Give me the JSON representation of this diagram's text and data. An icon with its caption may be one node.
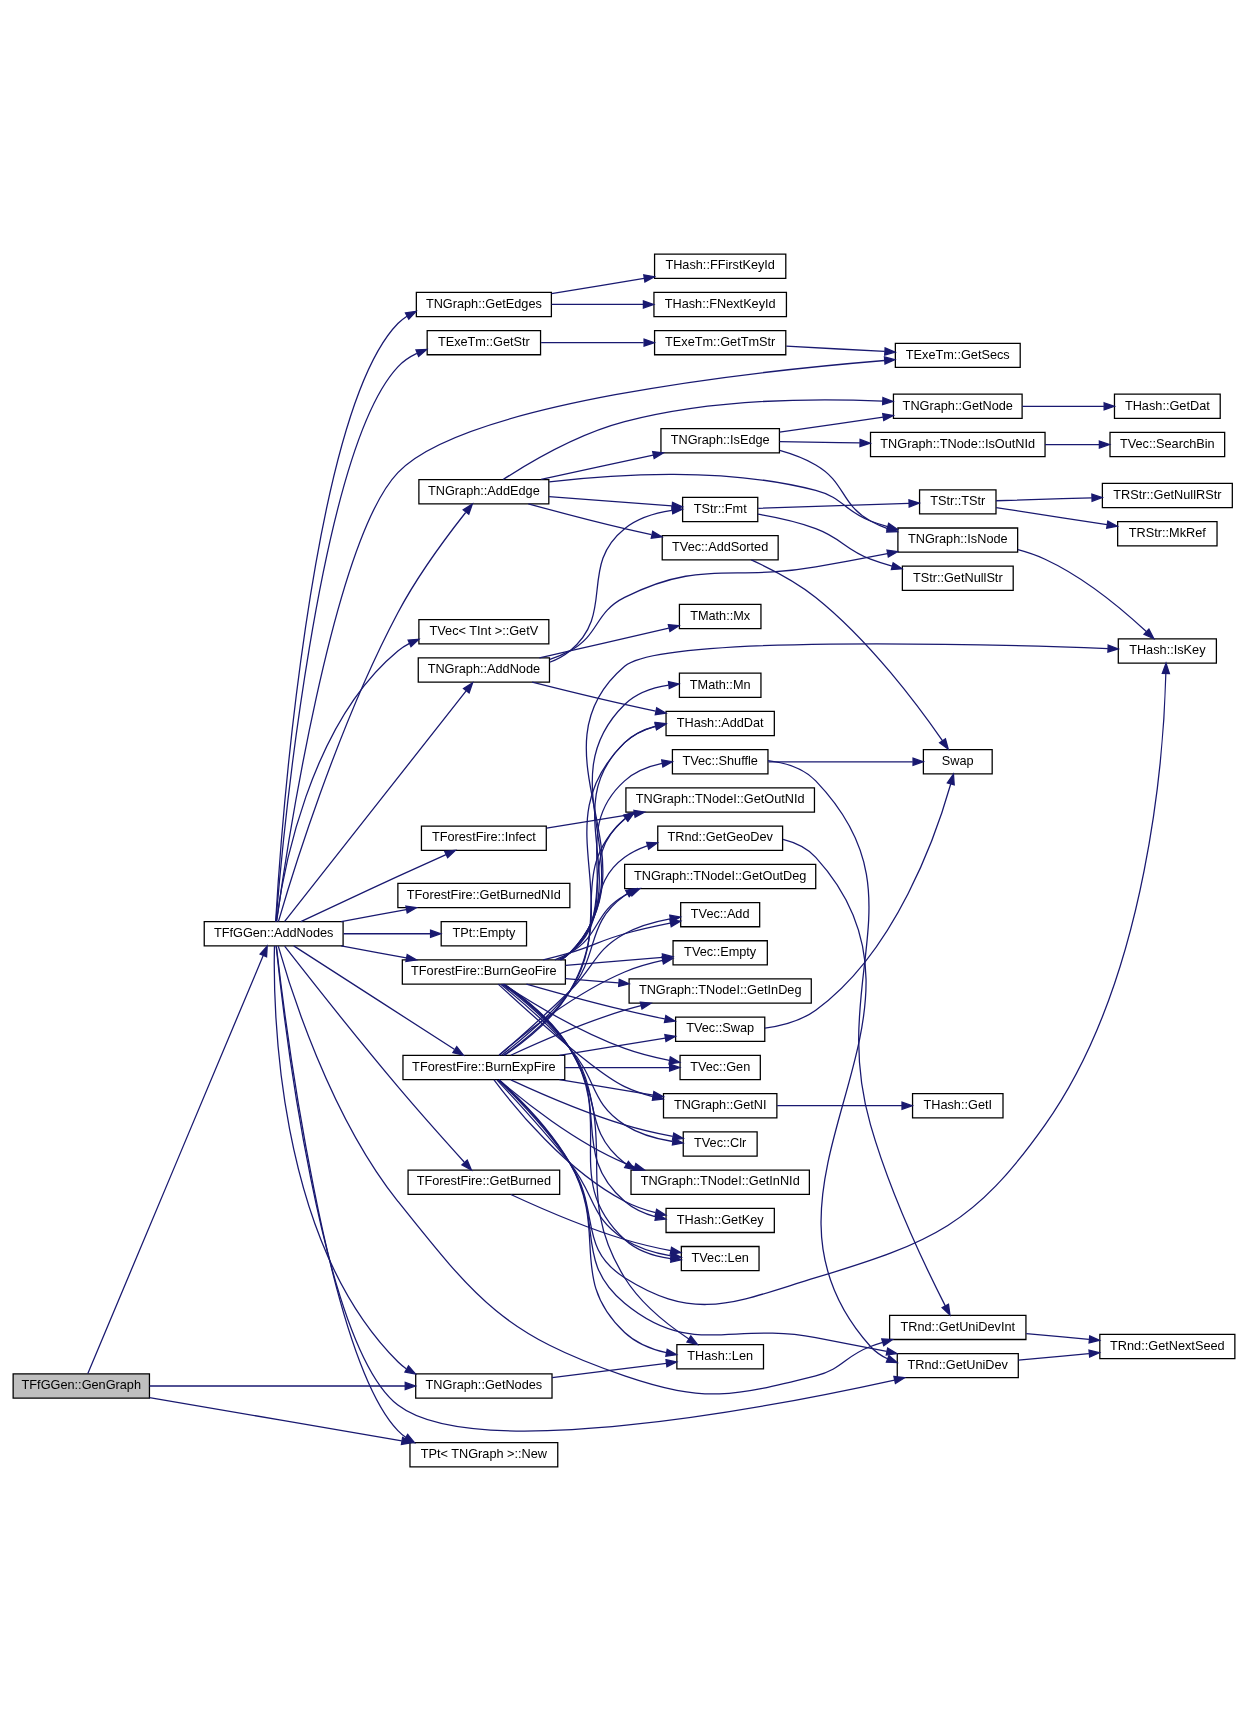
{
  "diagram": {
    "nodes": [
      {
        "text": [
          "TFfGGen::GenGraph"
        ]
      },
      {
        "text": [
          "TFfGGen::AddNodes"
        ]
      },
      {
        "text": [
          "TNGraph::GetNodes"
        ]
      },
      {
        "text": [
          "TPt< TNGraph >::New"
        ]
      },
      {
        "text": [
          "TExeTm::GetSecs"
        ]
      },
      {
        "text": [
          "TExeTm::GetStr"
        ]
      },
      {
        "text": [
          "TExeTm::GetTmStr"
        ]
      },
      {
        "text": [
          "TNGraph::AddEdge"
        ]
      },
      {
        "text": [
          "TNGraph::GetNode"
        ]
      },
      {
        "text": [
          "THash::GetDat"
        ]
      },
      {
        "text": [
          "TNGraph::IsEdge"
        ]
      },
      {
        "text": [
          "TNGraph::TNode::IsOutNId"
        ]
      },
      {
        "text": [
          "TVec::SearchBin"
        ]
      },
      {
        "text": [
          "TStr::Fmt"
        ]
      },
      {
        "text": [
          "TStr::TStr"
        ]
      },
      {
        "text": [
          "TRStr::GetNullRStr"
        ]
      },
      {
        "text": [
          "TRStr::MkRef"
        ]
      },
      {
        "text": [
          "TNGraph::IsNode"
        ]
      },
      {
        "text": [
          "TStr::GetNullStr"
        ]
      },
      {
        "text": [
          "TVec::AddSorted"
        ]
      },
      {
        "text": [
          "TNGraph::AddNode"
        ]
      },
      {
        "text": [
          "TMath::Mx"
        ]
      },
      {
        "text": [
          "THash::IsKey"
        ]
      },
      {
        "text": [
          "THash::AddDat"
        ]
      },
      {
        "text": [
          "TMath::Mn"
        ]
      },
      {
        "text": [
          "TVec::Shuffle"
        ]
      },
      {
        "text": [
          "Swap"
        ]
      },
      {
        "text": [
          "THash::Len"
        ]
      },
      {
        "text": [
          "TVec::Gen"
        ]
      },
      {
        "text": [
          "TRnd::GetGeoDev"
        ]
      },
      {
        "text": [
          "TNGraph::TNodeI::GetOutNId"
        ]
      },
      {
        "text": [
          "TVec< TInt >::GetV"
        ]
      },
      {
        "text": [
          "TForestFire::Infect"
        ]
      },
      {
        "text": [
          "TVec::Swap"
        ]
      },
      {
        "text": [
          "TNGraph::GetNI"
        ]
      },
      {
        "text": [
          "THash::GetI"
        ]
      },
      {
        "text": [
          "TForestFire::BurnGeoFire"
        ]
      },
      {
        "text": [
          "TVec::Empty"
        ]
      },
      {
        "text": [
          "THash::GetKey"
        ]
      },
      {
        "text": [
          "TForestFire::BurnExpFire"
        ]
      },
      {
        "text": [
          "TForestFire::GetBurned"
        ]
      },
      {
        "text": [
          "TNGraph::TNodeI::GetOutDeg"
        ]
      },
      {
        "text": [
          "TVec::Add"
        ]
      },
      {
        "text": [
          "TPt::Empty"
        ]
      },
      {
        "text": [
          "TNGraph::TNodeI::GetInDeg"
        ]
      },
      {
        "text": [
          "TVec::Clr"
        ]
      },
      {
        "text": [
          "TNGraph::TNodeI::GetInNId"
        ]
      },
      {
        "text": [
          "TVec::Len"
        ]
      },
      {
        "text": [
          "TRnd::GetUniDevInt"
        ]
      },
      {
        "text": [
          "TRnd::GetNextSeed"
        ]
      },
      {
        "text": [
          "TRnd::GetUniDev"
        ]
      },
      {
        "text": [
          "TForestFire::GetBurnedNId"
        ]
      },
      {
        "text": [
          "TNGraph::GetEdges"
        ]
      },
      {
        "text": [
          "THash::FFirstKeyId"
        ]
      },
      {
        "text": [
          "THash::FNextKeyId"
        ]
      }
    ],
    "edges": [
      {
        "from": 0,
        "to": 1,
        "arrow": "to"
      },
      {
        "from": 0,
        "to": 2,
        "arrow": "to"
      },
      {
        "from": 0,
        "to": 3,
        "arrow": "to"
      },
      {
        "from": 1,
        "to": 4,
        "arrow": "to"
      },
      {
        "from": 1,
        "to": 5,
        "arrow": "to"
      },
      {
        "from": 1,
        "to": 7,
        "arrow": "to"
      },
      {
        "from": 1,
        "to": 20,
        "arrow": "to"
      },
      {
        "from": 1,
        "to": 2,
        "arrow": "to"
      },
      {
        "from": 1,
        "to": 31,
        "arrow": "to"
      },
      {
        "from": 1,
        "to": 32,
        "arrow": "to"
      },
      {
        "from": 1,
        "to": 36,
        "arrow": "to"
      },
      {
        "from": 1,
        "to": 39,
        "arrow": "to"
      },
      {
        "from": 1,
        "to": 40,
        "arrow": "to"
      },
      {
        "from": 1,
        "to": 43,
        "arrow": "to"
      },
      {
        "from": 1,
        "to": 48,
        "arrow": "to"
      },
      {
        "from": 1,
        "to": 50,
        "arrow": "to"
      },
      {
        "from": 1,
        "to": 51,
        "arrow": "to"
      },
      {
        "from": 1,
        "to": 52,
        "arrow": "to"
      },
      {
        "from": 1,
        "to": 3,
        "arrow": "to"
      },
      {
        "from": 5,
        "to": 6,
        "arrow": "to"
      },
      {
        "from": 6,
        "to": 4,
        "arrow": "to"
      },
      {
        "from": 7,
        "to": 8,
        "arrow": "to"
      },
      {
        "from": 7,
        "to": 10,
        "arrow": "to"
      },
      {
        "from": 7,
        "to": 13,
        "arrow": "to"
      },
      {
        "from": 7,
        "to": 17,
        "arrow": "to"
      },
      {
        "from": 7,
        "to": 19,
        "arrow": "to"
      },
      {
        "from": 8,
        "to": 9,
        "arrow": "to"
      },
      {
        "from": 10,
        "to": 8,
        "arrow": "to"
      },
      {
        "from": 10,
        "to": 11,
        "arrow": "to"
      },
      {
        "from": 10,
        "to": 17,
        "arrow": "to"
      },
      {
        "from": 11,
        "to": 12,
        "arrow": "to"
      },
      {
        "from": 13,
        "to": 14,
        "arrow": "to"
      },
      {
        "from": 13,
        "to": 18,
        "arrow": "to"
      },
      {
        "from": 14,
        "to": 15,
        "arrow": "to"
      },
      {
        "from": 14,
        "to": 16,
        "arrow": "to"
      },
      {
        "from": 17,
        "to": 22,
        "arrow": "to"
      },
      {
        "from": 19,
        "to": 26,
        "arrow": "to"
      },
      {
        "from": 20,
        "to": 13,
        "arrow": "to"
      },
      {
        "from": 20,
        "to": 17,
        "arrow": "to"
      },
      {
        "from": 20,
        "to": 21,
        "arrow": "to"
      },
      {
        "from": 20,
        "to": 23,
        "arrow": "to"
      },
      {
        "from": 2,
        "to": 27,
        "arrow": "to"
      },
      {
        "from": 25,
        "to": 26,
        "arrow": "to"
      },
      {
        "from": 25,
        "to": 48,
        "arrow": "to"
      },
      {
        "from": 29,
        "to": 50,
        "arrow": "to"
      },
      {
        "from": 32,
        "to": 30,
        "arrow": "to"
      },
      {
        "from": 33,
        "to": 26,
        "arrow": "to"
      },
      {
        "from": 34,
        "to": 35,
        "arrow": "to"
      },
      {
        "from": 36,
        "to": 22,
        "arrow": "to"
      },
      {
        "from": 36,
        "to": 23,
        "arrow": "to"
      },
      {
        "from": 36,
        "to": 24,
        "arrow": "to"
      },
      {
        "from": 36,
        "to": 25,
        "arrow": "to"
      },
      {
        "from": 36,
        "to": 27,
        "arrow": "to"
      },
      {
        "from": 36,
        "to": 28,
        "arrow": "to"
      },
      {
        "from": 36,
        "to": 29,
        "arrow": "to"
      },
      {
        "from": 36,
        "to": 30,
        "arrow": "to"
      },
      {
        "from": 36,
        "to": 33,
        "arrow": "to"
      },
      {
        "from": 36,
        "to": 34,
        "arrow": "to"
      },
      {
        "from": 36,
        "to": 37,
        "arrow": "to"
      },
      {
        "from": 36,
        "to": 38,
        "arrow": "to"
      },
      {
        "from": 36,
        "to": 41,
        "arrow": "to"
      },
      {
        "from": 36,
        "to": 42,
        "arrow": "to"
      },
      {
        "from": 36,
        "to": 44,
        "arrow": "to"
      },
      {
        "from": 36,
        "to": 45,
        "arrow": "to"
      },
      {
        "from": 36,
        "to": 46,
        "arrow": "to"
      },
      {
        "from": 36,
        "to": 47,
        "arrow": "to"
      },
      {
        "from": 39,
        "to": 22,
        "arrow": "to"
      },
      {
        "from": 39,
        "to": 23,
        "arrow": "to"
      },
      {
        "from": 39,
        "to": 27,
        "arrow": "to"
      },
      {
        "from": 39,
        "to": 28,
        "arrow": "to"
      },
      {
        "from": 39,
        "to": 30,
        "arrow": "to"
      },
      {
        "from": 39,
        "to": 33,
        "arrow": "to"
      },
      {
        "from": 39,
        "to": 34,
        "arrow": "to"
      },
      {
        "from": 39,
        "to": 37,
        "arrow": "to"
      },
      {
        "from": 39,
        "to": 38,
        "arrow": "to"
      },
      {
        "from": 39,
        "to": 41,
        "arrow": "to"
      },
      {
        "from": 39,
        "to": 42,
        "arrow": "to"
      },
      {
        "from": 39,
        "to": 44,
        "arrow": "to"
      },
      {
        "from": 39,
        "to": 45,
        "arrow": "to"
      },
      {
        "from": 39,
        "to": 46,
        "arrow": "to"
      },
      {
        "from": 39,
        "to": 47,
        "arrow": "to"
      },
      {
        "from": 39,
        "to": 50,
        "arrow": "to"
      },
      {
        "from": 40,
        "to": 47,
        "arrow": "to"
      },
      {
        "from": 48,
        "to": 49,
        "arrow": "to"
      },
      {
        "from": 50,
        "to": 49,
        "arrow": "to"
      },
      {
        "from": 52,
        "to": 53,
        "arrow": "to"
      },
      {
        "from": 52,
        "to": 54,
        "arrow": "to"
      }
    ]
  }
}
